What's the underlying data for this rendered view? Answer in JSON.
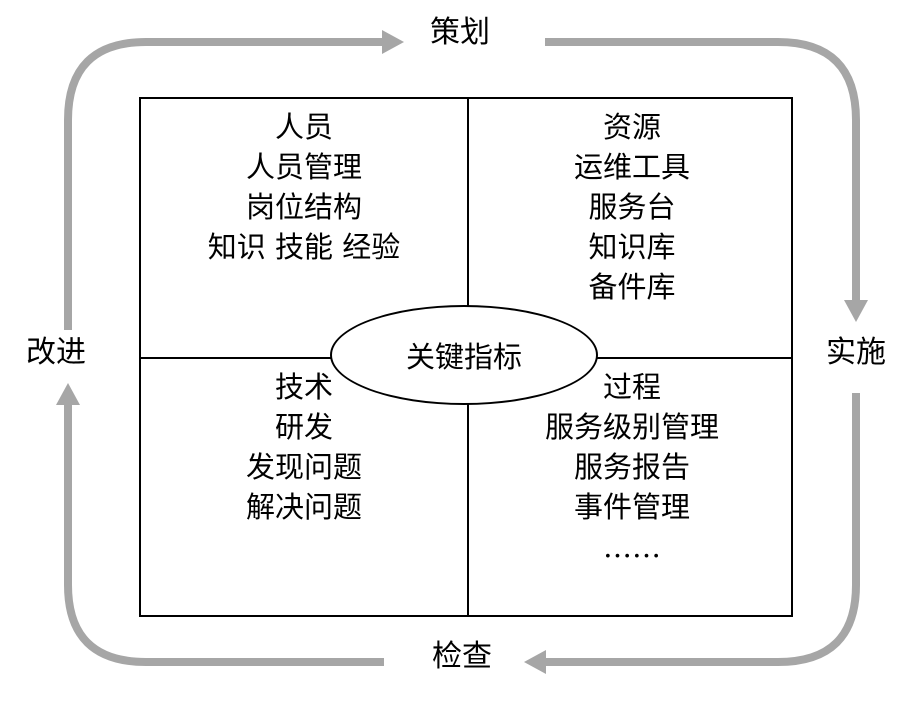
{
  "phases": {
    "plan": "策划",
    "do": "实施",
    "check": "检查",
    "improve": "改进"
  },
  "center": "关键指标",
  "quadrants": {
    "people": [
      "人员",
      "人员管理",
      "岗位结构",
      "知识 技能 经验"
    ],
    "resources": [
      "资源",
      "运维工具",
      "服务台",
      "知识库",
      "备件库"
    ],
    "technology": [
      "技术",
      "研发",
      "发现问题",
      "解决问题"
    ],
    "process": [
      "过程",
      "服务级别管理",
      "服务报告",
      "事件管理",
      "……"
    ]
  },
  "colors": {
    "cycle_arrow": "#a6a6a6",
    "lines": "#000000"
  }
}
